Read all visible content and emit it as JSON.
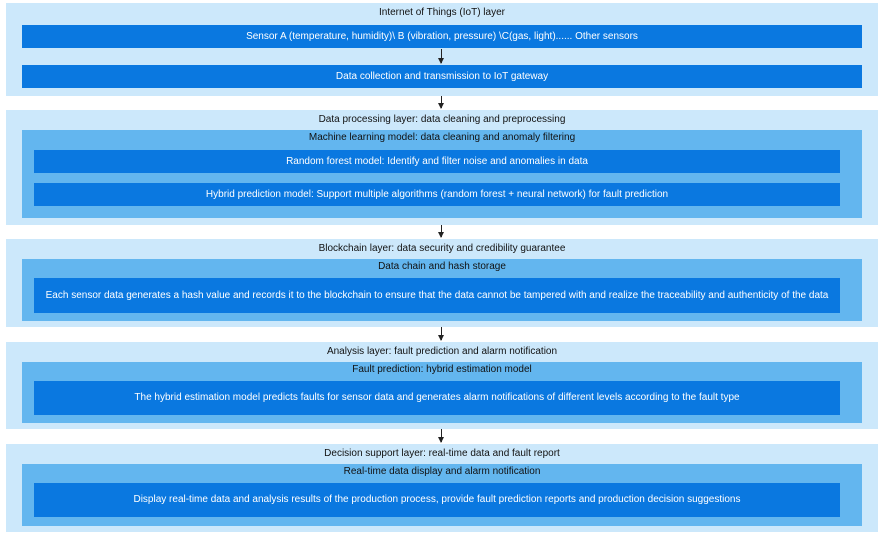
{
  "iot": {
    "title": "Internet of Things (IoT) layer",
    "sensors": "Sensor A (temperature, humidity)\\ B (vibration, pressure) \\C(gas, light)...... Other sensors",
    "collection": "Data collection and transmission to IoT gateway"
  },
  "processing": {
    "title": "Data processing layer: data cleaning and preprocessing",
    "ml_title": "Machine learning model: data cleaning and anomaly filtering",
    "random_forest": "Random forest model: Identify and filter noise and anomalies in data",
    "hybrid": "Hybrid prediction model: Support multiple algorithms (random forest + neural network) for fault prediction"
  },
  "blockchain": {
    "title": "Blockchain layer: data security and credibility guarantee",
    "sub_title": "Data chain and hash storage",
    "detail": "Each sensor data generates a hash value and records it to the blockchain to ensure that the data cannot be tampered with and realize the traceability and authenticity of the data"
  },
  "analysis": {
    "title": "Analysis layer: fault prediction and alarm notification",
    "sub_title": "Fault prediction: hybrid estimation model",
    "detail": "The hybrid estimation model predicts faults for sensor data and generates alarm notifications of different levels according to the fault type"
  },
  "decision": {
    "title": "Decision support layer: real-time data and fault report",
    "sub_title": "Real-time data display and alarm notification",
    "detail": "Display real-time data and analysis results of the production process, provide fault prediction reports and production decision suggestions"
  }
}
